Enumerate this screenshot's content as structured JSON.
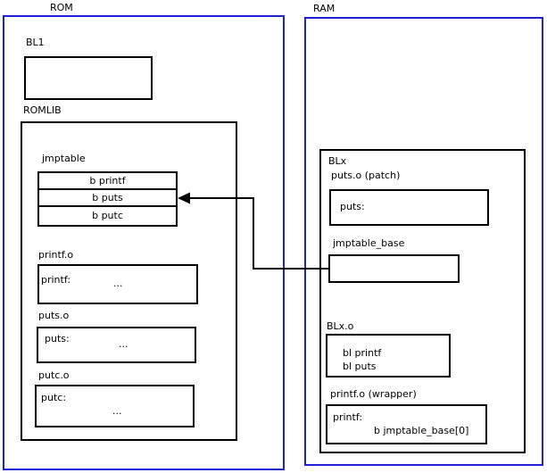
{
  "colors": {
    "frame_blue": "#2020d8",
    "box_black": "#000000",
    "background": "#ffffff"
  },
  "rom": {
    "label": "ROM",
    "bl1": {
      "label": "BL1"
    },
    "romlib": {
      "label": "ROMLIB",
      "jmptable": {
        "label": "jmptable",
        "rows": [
          "b printf",
          "b puts",
          "b putc"
        ]
      },
      "printf_o": {
        "label": "printf.o",
        "symbol": "printf:",
        "ellipsis": "..."
      },
      "puts_o": {
        "label": "puts.o",
        "symbol": "puts:",
        "ellipsis": "..."
      },
      "putc_o": {
        "label": "putc.o",
        "symbol": "putc:",
        "ellipsis": "..."
      }
    }
  },
  "ram": {
    "label": "RAM",
    "blx": {
      "label": "BLx",
      "puts_patch": {
        "label": "puts.o (patch)",
        "symbol": "puts:"
      },
      "jmptable_base": {
        "label": "jmptable_base"
      },
      "blx_o": {
        "label": "BLx.o",
        "lines": [
          "bl printf",
          "bl puts"
        ]
      },
      "printf_wrapper": {
        "label": "printf.o (wrapper)",
        "symbol": "printf:",
        "branch": "b jmptable_base[0]"
      }
    }
  }
}
